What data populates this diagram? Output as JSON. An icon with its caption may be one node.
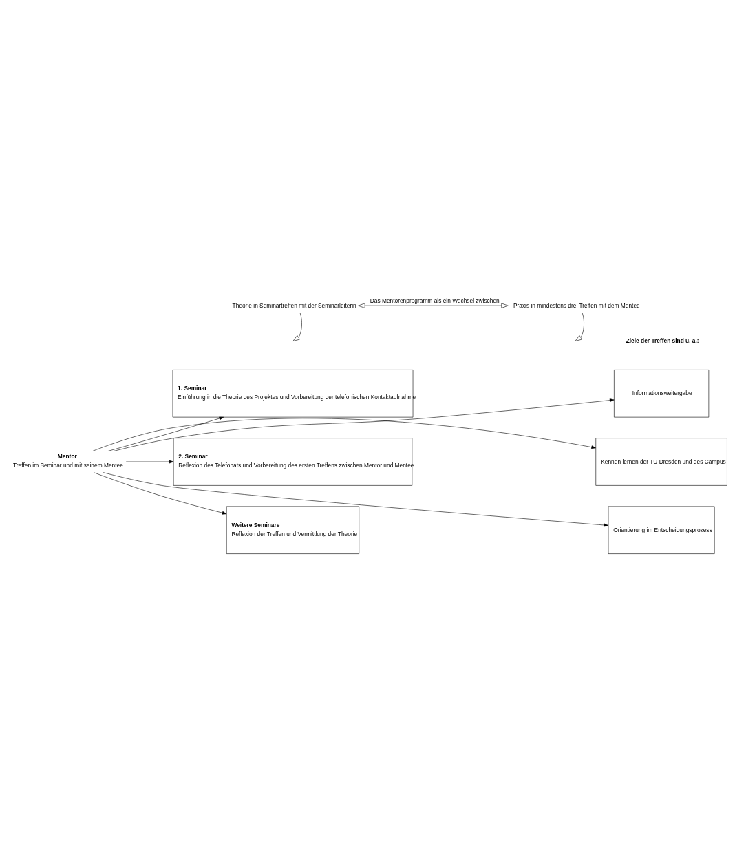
{
  "diagram": {
    "nodes": [
      {
        "text": [
          "Theorie in Seminartreffen mit der Seminarleiterin"
        ]
      },
      {
        "text": [
          "Praxis in mindestens drei Treffen mit dem Mentee"
        ]
      },
      {
        "text": [
          "1. Seminar",
          "Einführung in die Theorie des Projektes und Vorbereitung der telefonischen Kontaktaufnahme"
        ]
      },
      {
        "text": [
          "Informationsweitergabe"
        ]
      },
      {
        "text": [
          "2. Seminar",
          "Reflexion des Telefonats und Vorbereitung des ersten Treffens zwischen Mentor und Mentee"
        ]
      },
      {
        "text": [
          "Mentor",
          "Treffen im Seminar und mit seinem Mentee"
        ]
      },
      {
        "text": [
          "Kennen lernen der TU Dresden und des Campus"
        ]
      },
      {
        "text": [
          "Weitere Seminare",
          "Reflexion der Treffen und Vermittlung der Theorie"
        ]
      },
      {
        "text": [
          "Orientierung im Entscheidungsprozess"
        ]
      }
    ],
    "edges": [
      {
        "from": 0,
        "to": 1,
        "arrow": "both",
        "label": "Das Mentorenprogramm als ein Wechsel zwischen"
      },
      {
        "from": 0,
        "to": null,
        "arrow": "to"
      },
      {
        "from": 1,
        "to": null,
        "arrow": "to"
      },
      {
        "from": 5,
        "to": 2,
        "arrow": "to"
      },
      {
        "from": 5,
        "to": 3,
        "arrow": "to"
      },
      {
        "from": 5,
        "to": 4,
        "arrow": "to"
      },
      {
        "from": 5,
        "to": 6,
        "arrow": "to"
      },
      {
        "from": 5,
        "to": 7,
        "arrow": "to"
      },
      {
        "from": 5,
        "to": 8,
        "arrow": "to"
      }
    ],
    "labels": [
      "Ziele der Treffen sind u. a.:"
    ]
  }
}
